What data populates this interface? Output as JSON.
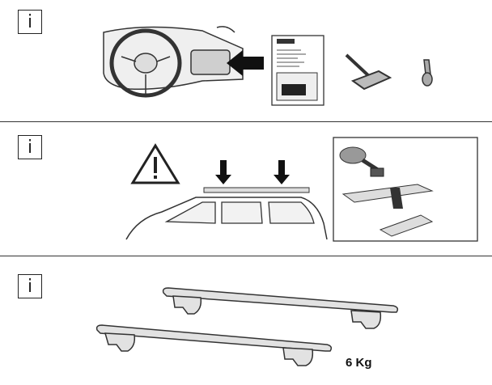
{
  "panels": [
    {
      "marker": "i"
    },
    {
      "marker": "i"
    },
    {
      "marker": "i"
    }
  ],
  "bars": {
    "weight": "6 Kg"
  }
}
